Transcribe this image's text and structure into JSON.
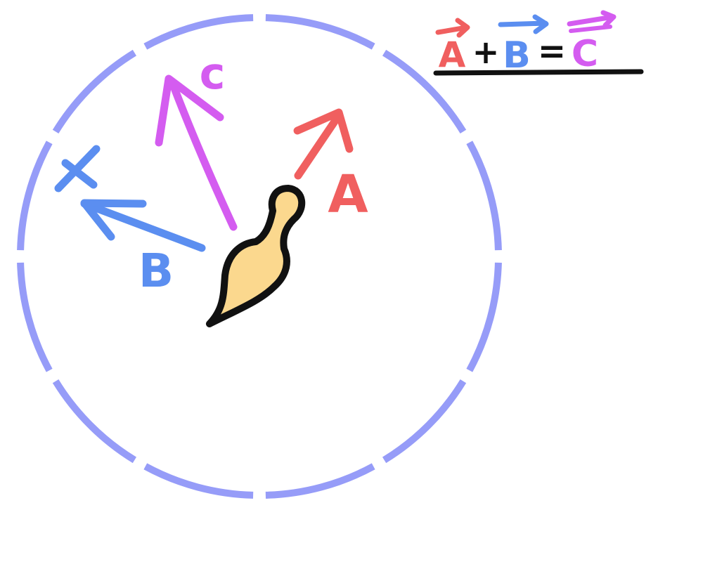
{
  "colors": {
    "circle": "#969cf8",
    "vector_a": "#f05f5f",
    "vector_b": "#5b8ef0",
    "vector_c": "#d45cf0",
    "ink": "#111111",
    "dot_fill": "#fbd88e"
  },
  "circle": {
    "style": "dashed",
    "segments": 12
  },
  "vectors": {
    "a": {
      "label": "A",
      "color_key": "vector_a"
    },
    "b": {
      "label": "B",
      "color_key": "vector_b"
    },
    "c": {
      "label": "c",
      "color_key": "vector_c"
    }
  },
  "marker": {
    "symbol": "x",
    "color_key": "vector_b"
  },
  "equation": {
    "term_a": "A",
    "plus": "+",
    "term_b": "B",
    "equals": "=",
    "term_c": "C",
    "overline_arrows": true,
    "underlined": true
  },
  "pointer": {
    "icon": "drop-pointer-icon",
    "fill_key": "dot_fill"
  }
}
